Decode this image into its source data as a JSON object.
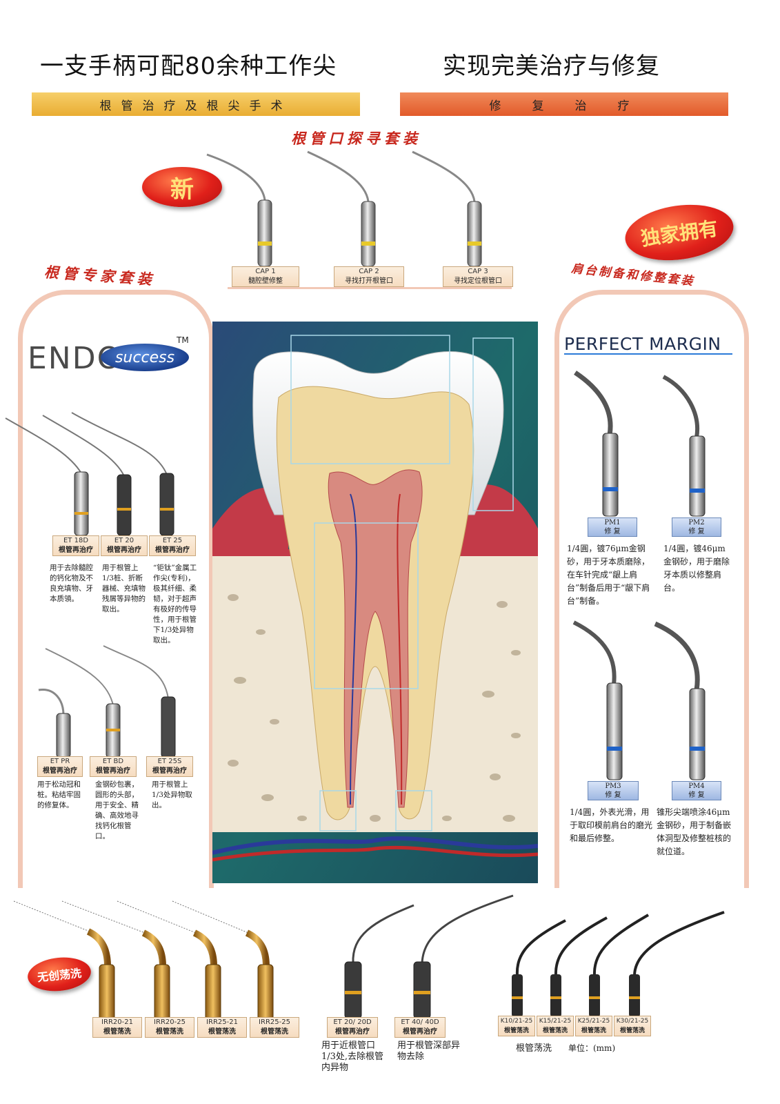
{
  "header": {
    "title_left": "一支手柄可配80余种工作尖",
    "title_right": "实现完美治疗与修复",
    "band_left": "根管治疗及根尖手术",
    "band_right": "修　复　治　疗"
  },
  "colors": {
    "band_left": "#f0bb4a",
    "band_right": "#ea6a3a",
    "badge_red": "#d8221a",
    "panel_border": "#f2c8b6"
  },
  "cap_set": {
    "title": "根管口探寻套装",
    "badge": "新",
    "items": [
      {
        "code": "CAP 1",
        "desc": "髓腔壁修整",
        "marking": "CAP 1"
      },
      {
        "code": "CAP 2",
        "desc": "寻找打开根管口",
        "marking": "CAP 2"
      },
      {
        "code": "CAP 3",
        "desc": "寻找定位根管口",
        "marking": "CAP 3"
      }
    ]
  },
  "endo_set": {
    "title": "根管专家套装",
    "logo_left": "ENDO",
    "logo_right": "success",
    "logo_tm": "TM",
    "items": [
      {
        "code": "ET 18D",
        "sub": "根管再治疗",
        "desc": "用于去除髓腔的钙化物及不良充填物、牙本质領。"
      },
      {
        "code": "ET 20",
        "sub": "根管再治疗",
        "desc": "用于根管上1/3桩、折断器械、充填物残屑等异物的取出。"
      },
      {
        "code": "ET 25",
        "sub": "根管再治疗",
        "desc": "“钜钛”金属工作尖(专利)，极其纤细、柔韧，对于超声有极好的传导性，用于根管下1/3处异物取出。"
      },
      {
        "code": "ET PR",
        "sub": "根管再治疗",
        "desc": "用于松动冠和桩。粘结牢固的修复体。"
      },
      {
        "code": "ET BD",
        "sub": "根管再治疗",
        "desc": "金钢砂包裹，圆形的头部，用于安全、精确、高效地寻找钙化根管口。"
      },
      {
        "code": "ET 25S",
        "sub": "根管再治疗",
        "desc": "用于根管上1/3处异物取出。"
      }
    ]
  },
  "pm_set": {
    "title": "肩台制备和修整套装",
    "badge": "独家拥有",
    "logo": "PERFECT MARGIN",
    "items": [
      {
        "code": "PM1",
        "sub": "修 复",
        "desc": "1/4圓，镀76μm金钢砂，用于牙本质磨除，在车针完成“龈上肩台”制备后用于“龈下肩台”制备。"
      },
      {
        "code": "PM2",
        "sub": "修 复",
        "desc": "1/4圓，镀46μm金钢砂，用于磨除牙本质以修整肩台。"
      },
      {
        "code": "PM3",
        "sub": "修 复",
        "desc": "1/4圓，外表光滑，用于取印模前肩台的磨光和最后修整。"
      },
      {
        "code": "PM4",
        "sub": "修 复",
        "desc": "锥形尖端喷涂46μm金钢砂，用于制备嵌体洞型及修整桩核的就位道。"
      }
    ]
  },
  "bottom": {
    "badge": "无创荡洗",
    "irr": [
      {
        "code": "IRR20-21",
        "sub": "根管荡洗"
      },
      {
        "code": "IRR20-25",
        "sub": "根管荡洗"
      },
      {
        "code": "IRR25-21",
        "sub": "根管荡洗"
      },
      {
        "code": "IRR25-25",
        "sub": "根管荡洗"
      }
    ],
    "et": [
      {
        "code": "ET 20/ 20D",
        "sub": "根管再治疗",
        "desc": "用于近根管口1/3处,去除根管内异物"
      },
      {
        "code": "ET 40/ 40D",
        "sub": "根管再治疗",
        "desc": "用于根管深部异物去除"
      }
    ],
    "k": [
      {
        "code": "K10/21-25",
        "sub": "根管荡洗"
      },
      {
        "code": "K15/21-25",
        "sub": "根管荡洗"
      },
      {
        "code": "K25/21-25",
        "sub": "根管荡洗"
      },
      {
        "code": "K30/21-25",
        "sub": "根管荡洗"
      }
    ],
    "k_caption": "根管荡洗",
    "unit": "单位：(mm)"
  }
}
